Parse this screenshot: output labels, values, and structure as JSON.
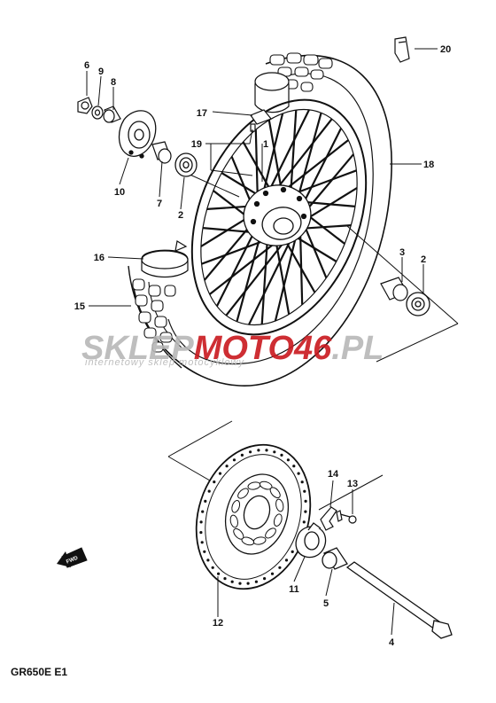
{
  "diagram": {
    "model_label": "GR650E E1",
    "fwd_label": "FWD",
    "colors": {
      "ink": "#111111",
      "watermark_text": "#b7b7b7",
      "watermark_accent": "#c9181e"
    },
    "watermark": {
      "part1": "SKLEP",
      "part2": "MOTO",
      "part3": "46",
      "part4": ".PL",
      "tagline": "internetowy sklep motocyklowy"
    },
    "callouts": {
      "c1": "1",
      "c2a": "2",
      "c2b": "2",
      "c3": "3",
      "c4": "4",
      "c5": "5",
      "c6": "6",
      "c7": "7",
      "c8": "8",
      "c9": "9",
      "c10": "10",
      "c11": "11",
      "c12": "12",
      "c13": "13",
      "c14": "14",
      "c15": "15",
      "c16": "16",
      "c17": "17",
      "c18": "18",
      "c19": "19",
      "c20": "20"
    }
  }
}
